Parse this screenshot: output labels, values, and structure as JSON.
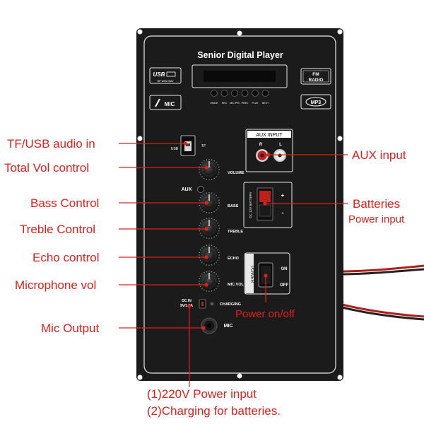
{
  "panel": {
    "title": "Senior Digital Player",
    "usb_badge": "USB",
    "usb_sub": "MP WMA WAV",
    "mic_badge": "MIC",
    "fm_badge_line1": "FM",
    "fm_badge_line2": "RADIO",
    "mp3_badge": "MP3",
    "buttons": [
      "MODE",
      "REC",
      "MIC PRI",
      "PREV",
      "PLAY",
      "NEXT"
    ],
    "usb_label": "USB",
    "tf_label": "TF",
    "aux_input_title": "AUX INPUT",
    "aux_r": "R",
    "aux_l": "L",
    "aux_label": "AUX",
    "knobs": [
      "VOLUME",
      "BASS",
      "TREBLE",
      "ECHO",
      "MIC.VOL"
    ],
    "battery_label": "DC 12V BATTERY",
    "battery_plus": "+",
    "battery_minus": "-",
    "power_label": "POWER",
    "power_on": "ON",
    "power_off": "OFF",
    "dc_in_line1": "DC IN",
    "dc_in_line2": "9V/1.5A",
    "charging_label": "CHARGING",
    "mic_jack_label": "MIC"
  },
  "callouts": {
    "tf_usb": "TF/USB audio in",
    "total_vol": "Total Vol control",
    "bass": "Bass Control",
    "treble": "Treble Control",
    "echo": "Echo control",
    "mic_vol": "Microphone vol",
    "mic_output": "Mic Output",
    "aux_input": "AUX input",
    "batteries_line1": "Batteries",
    "batteries_line2": "Power input",
    "power_onoff": "Power on/off",
    "power_input_note_1": "(1)220V Power input",
    "power_input_note_2": "(2)Charging for batteries."
  },
  "colors": {
    "panel": "#1b1b1b",
    "panel_line": "#e8e8e8",
    "callout": "#e0201b",
    "knob": "#2a2a2a",
    "rca_red": "#c0201b",
    "rca_white": "#e6e6e6",
    "wire_red": "#b0201b",
    "wire_black": "#222222"
  }
}
